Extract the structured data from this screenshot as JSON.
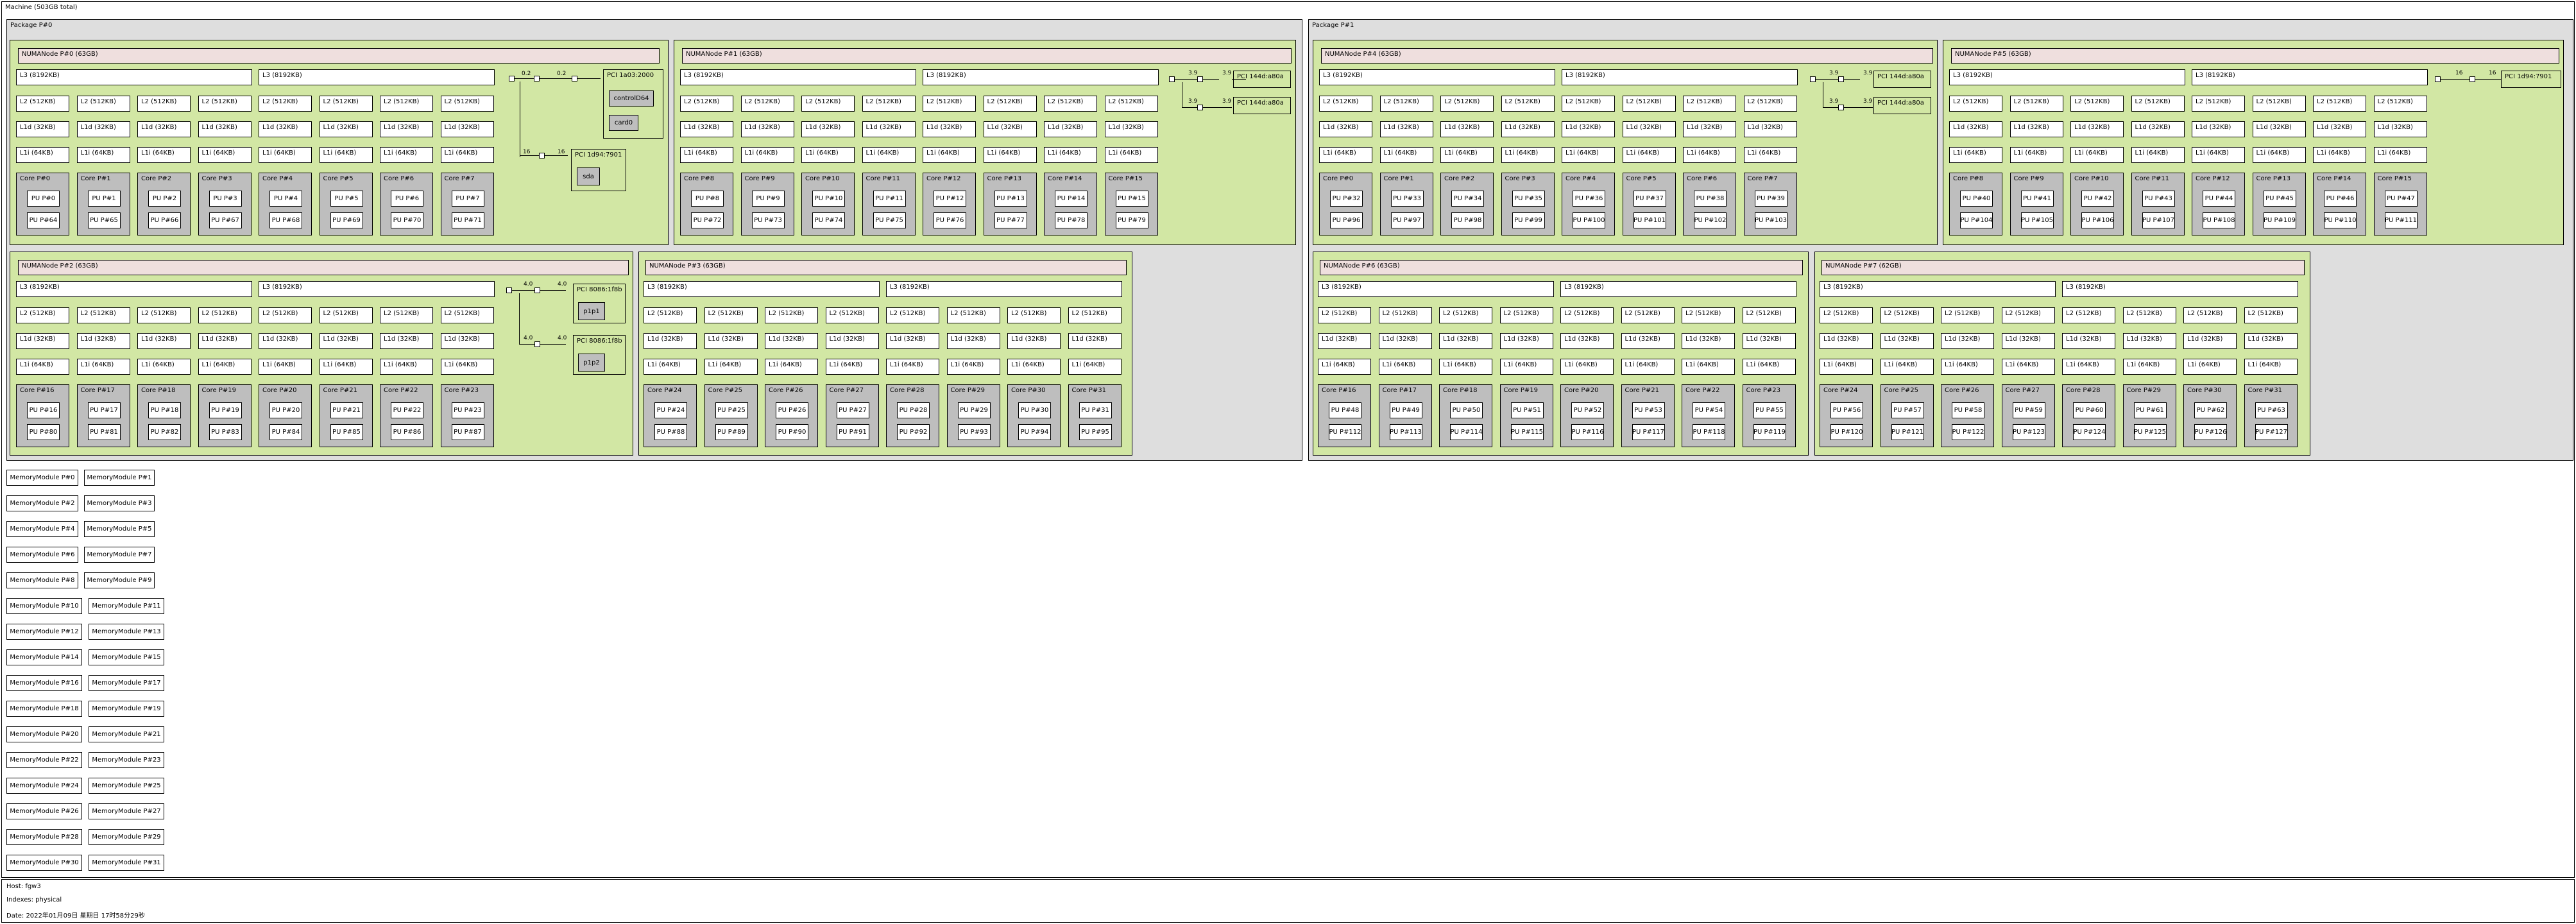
{
  "machine": {
    "label": "Machine (503GB total)"
  },
  "packages": [
    {
      "label": "Package P#0",
      "numanodes": [
        {
          "label": "NUMANode P#0 (63GB)",
          "l3": [
            "L3 (8192KB)",
            "L3 (8192KB)"
          ],
          "cores": [
            {
              "label": "Core P#0",
              "pus": [
                "PU P#0",
                "PU P#64"
              ]
            },
            {
              "label": "Core P#1",
              "pus": [
                "PU P#1",
                "PU P#65"
              ]
            },
            {
              "label": "Core P#2",
              "pus": [
                "PU P#2",
                "PU P#66"
              ]
            },
            {
              "label": "Core P#3",
              "pus": [
                "PU P#3",
                "PU P#67"
              ]
            },
            {
              "label": "Core P#4",
              "pus": [
                "PU P#4",
                "PU P#68"
              ]
            },
            {
              "label": "Core P#5",
              "pus": [
                "PU P#5",
                "PU P#69"
              ]
            },
            {
              "label": "Core P#6",
              "pus": [
                "PU P#6",
                "PU P#70"
              ]
            },
            {
              "label": "Core P#7",
              "pus": [
                "PU P#7",
                "PU P#71"
              ]
            }
          ]
        },
        {
          "label": "NUMANode P#1 (63GB)",
          "l3": [
            "L3 (8192KB)",
            "L3 (8192KB)"
          ],
          "cores": [
            {
              "label": "Core P#8",
              "pus": [
                "PU P#8",
                "PU P#72"
              ]
            },
            {
              "label": "Core P#9",
              "pus": [
                "PU P#9",
                "PU P#73"
              ]
            },
            {
              "label": "Core P#10",
              "pus": [
                "PU P#10",
                "PU P#74"
              ]
            },
            {
              "label": "Core P#11",
              "pus": [
                "PU P#11",
                "PU P#75"
              ]
            },
            {
              "label": "Core P#12",
              "pus": [
                "PU P#12",
                "PU P#76"
              ]
            },
            {
              "label": "Core P#13",
              "pus": [
                "PU P#13",
                "PU P#77"
              ]
            },
            {
              "label": "Core P#14",
              "pus": [
                "PU P#14",
                "PU P#78"
              ]
            },
            {
              "label": "Core P#15",
              "pus": [
                "PU P#15",
                "PU P#79"
              ]
            }
          ]
        },
        {
          "label": "NUMANode P#2 (63GB)",
          "l3": [
            "L3 (8192KB)",
            "L3 (8192KB)"
          ],
          "cores": [
            {
              "label": "Core P#16",
              "pus": [
                "PU P#16",
                "PU P#80"
              ]
            },
            {
              "label": "Core P#17",
              "pus": [
                "PU P#17",
                "PU P#81"
              ]
            },
            {
              "label": "Core P#18",
              "pus": [
                "PU P#18",
                "PU P#82"
              ]
            },
            {
              "label": "Core P#19",
              "pus": [
                "PU P#19",
                "PU P#83"
              ]
            },
            {
              "label": "Core P#20",
              "pus": [
                "PU P#20",
                "PU P#84"
              ]
            },
            {
              "label": "Core P#21",
              "pus": [
                "PU P#21",
                "PU P#85"
              ]
            },
            {
              "label": "Core P#22",
              "pus": [
                "PU P#22",
                "PU P#86"
              ]
            },
            {
              "label": "Core P#23",
              "pus": [
                "PU P#23",
                "PU P#87"
              ]
            }
          ]
        },
        {
          "label": "NUMANode P#3 (63GB)",
          "l3": [
            "L3 (8192KB)",
            "L3 (8192KB)"
          ],
          "cores": [
            {
              "label": "Core P#24",
              "pus": [
                "PU P#24",
                "PU P#88"
              ]
            },
            {
              "label": "Core P#25",
              "pus": [
                "PU P#25",
                "PU P#89"
              ]
            },
            {
              "label": "Core P#26",
              "pus": [
                "PU P#26",
                "PU P#90"
              ]
            },
            {
              "label": "Core P#27",
              "pus": [
                "PU P#27",
                "PU P#91"
              ]
            },
            {
              "label": "Core P#28",
              "pus": [
                "PU P#28",
                "PU P#92"
              ]
            },
            {
              "label": "Core P#29",
              "pus": [
                "PU P#29",
                "PU P#93"
              ]
            },
            {
              "label": "Core P#30",
              "pus": [
                "PU P#30",
                "PU P#94"
              ]
            },
            {
              "label": "Core P#31",
              "pus": [
                "PU P#31",
                "PU P#95"
              ]
            }
          ]
        }
      ]
    },
    {
      "label": "Package P#1",
      "numanodes": [
        {
          "label": "NUMANode P#4 (63GB)",
          "l3": [
            "L3 (8192KB)",
            "L3 (8192KB)"
          ],
          "cores": [
            {
              "label": "Core P#0",
              "pus": [
                "PU P#32",
                "PU P#96"
              ]
            },
            {
              "label": "Core P#1",
              "pus": [
                "PU P#33",
                "PU P#97"
              ]
            },
            {
              "label": "Core P#2",
              "pus": [
                "PU P#34",
                "PU P#98"
              ]
            },
            {
              "label": "Core P#3",
              "pus": [
                "PU P#35",
                "PU P#99"
              ]
            },
            {
              "label": "Core P#4",
              "pus": [
                "PU P#36",
                "PU P#100"
              ]
            },
            {
              "label": "Core P#5",
              "pus": [
                "PU P#37",
                "PU P#101"
              ]
            },
            {
              "label": "Core P#6",
              "pus": [
                "PU P#38",
                "PU P#102"
              ]
            },
            {
              "label": "Core P#7",
              "pus": [
                "PU P#39",
                "PU P#103"
              ]
            }
          ]
        },
        {
          "label": "NUMANode P#5 (63GB)",
          "l3": [
            "L3 (8192KB)",
            "L3 (8192KB)"
          ],
          "cores": [
            {
              "label": "Core P#8",
              "pus": [
                "PU P#40",
                "PU P#104"
              ]
            },
            {
              "label": "Core P#9",
              "pus": [
                "PU P#41",
                "PU P#105"
              ]
            },
            {
              "label": "Core P#10",
              "pus": [
                "PU P#42",
                "PU P#106"
              ]
            },
            {
              "label": "Core P#11",
              "pus": [
                "PU P#43",
                "PU P#107"
              ]
            },
            {
              "label": "Core P#12",
              "pus": [
                "PU P#44",
                "PU P#108"
              ]
            },
            {
              "label": "Core P#13",
              "pus": [
                "PU P#45",
                "PU P#109"
              ]
            },
            {
              "label": "Core P#14",
              "pus": [
                "PU P#46",
                "PU P#110"
              ]
            },
            {
              "label": "Core P#15",
              "pus": [
                "PU P#47",
                "PU P#111"
              ]
            }
          ]
        },
        {
          "label": "NUMANode P#6 (63GB)",
          "l3": [
            "L3 (8192KB)",
            "L3 (8192KB)"
          ],
          "cores": [
            {
              "label": "Core P#16",
              "pus": [
                "PU P#48",
                "PU P#112"
              ]
            },
            {
              "label": "Core P#17",
              "pus": [
                "PU P#49",
                "PU P#113"
              ]
            },
            {
              "label": "Core P#18",
              "pus": [
                "PU P#50",
                "PU P#114"
              ]
            },
            {
              "label": "Core P#19",
              "pus": [
                "PU P#51",
                "PU P#115"
              ]
            },
            {
              "label": "Core P#20",
              "pus": [
                "PU P#52",
                "PU P#116"
              ]
            },
            {
              "label": "Core P#21",
              "pus": [
                "PU P#53",
                "PU P#117"
              ]
            },
            {
              "label": "Core P#22",
              "pus": [
                "PU P#54",
                "PU P#118"
              ]
            },
            {
              "label": "Core P#23",
              "pus": [
                "PU P#55",
                "PU P#119"
              ]
            }
          ]
        },
        {
          "label": "NUMANode P#7 (62GB)",
          "l3": [
            "L3 (8192KB)",
            "L3 (8192KB)"
          ],
          "cores": [
            {
              "label": "Core P#24",
              "pus": [
                "PU P#56",
                "PU P#120"
              ]
            },
            {
              "label": "Core P#25",
              "pus": [
                "PU P#57",
                "PU P#121"
              ]
            },
            {
              "label": "Core P#26",
              "pus": [
                "PU P#58",
                "PU P#122"
              ]
            },
            {
              "label": "Core P#27",
              "pus": [
                "PU P#59",
                "PU P#123"
              ]
            },
            {
              "label": "Core P#28",
              "pus": [
                "PU P#60",
                "PU P#124"
              ]
            },
            {
              "label": "Core P#29",
              "pus": [
                "PU P#61",
                "PU P#125"
              ]
            },
            {
              "label": "Core P#30",
              "pus": [
                "PU P#62",
                "PU P#126"
              ]
            },
            {
              "label": "Core P#31",
              "pus": [
                "PU P#63",
                "PU P#127"
              ]
            }
          ]
        }
      ]
    }
  ],
  "caches": {
    "l2": "L2 (512KB)",
    "l1d": "L1d (32KB)",
    "l1i": "L1i (64KB)"
  },
  "pci": {
    "n0_0": {
      "label": "PCI 1a03:2000",
      "speed_a": "0.2",
      "speed_b": "0.2",
      "devices": [
        "controlD64",
        "card0"
      ]
    },
    "n0_1": {
      "label": "PCI 1d94:7901",
      "speed_a": "16",
      "speed_b": "16",
      "devices": [
        "sda"
      ]
    },
    "n1_0": {
      "label": "PCI 144d:a80a",
      "speed_a": "3.9",
      "speed_b": "3.9"
    },
    "n1_1": {
      "label": "PCI 144d:a80a",
      "speed_a": "3.9",
      "speed_b": "3.9"
    },
    "n2_0": {
      "label": "PCI 8086:1f8b",
      "speed_a": "4.0",
      "speed_b": "4.0",
      "devices": [
        "p1p1"
      ]
    },
    "n2_1": {
      "label": "PCI 8086:1f8b",
      "speed_a": "4.0",
      "speed_b": "4.0",
      "devices": [
        "p1p2"
      ]
    },
    "n4_0": {
      "label": "PCI 144d:a80a",
      "speed_a": "3.9",
      "speed_b": "3.9"
    },
    "n4_1": {
      "label": "PCI 144d:a80a",
      "speed_a": "3.9",
      "speed_b": "3.9"
    },
    "n5_0": {
      "label": "PCI 1d94:7901",
      "speed_a": "16",
      "speed_b": "16"
    }
  },
  "memory_modules": [
    "MemoryModule P#0",
    "MemoryModule P#1",
    "MemoryModule P#2",
    "MemoryModule P#3",
    "MemoryModule P#4",
    "MemoryModule P#5",
    "MemoryModule P#6",
    "MemoryModule P#7",
    "MemoryModule P#8",
    "MemoryModule P#9",
    "MemoryModule P#10",
    "MemoryModule P#11",
    "MemoryModule P#12",
    "MemoryModule P#13",
    "MemoryModule P#14",
    "MemoryModule P#15",
    "MemoryModule P#16",
    "MemoryModule P#17",
    "MemoryModule P#18",
    "MemoryModule P#19",
    "MemoryModule P#20",
    "MemoryModule P#21",
    "MemoryModule P#22",
    "MemoryModule P#23",
    "MemoryModule P#24",
    "MemoryModule P#25",
    "MemoryModule P#26",
    "MemoryModule P#27",
    "MemoryModule P#28",
    "MemoryModule P#29",
    "MemoryModule P#30",
    "MemoryModule P#31"
  ],
  "legend": {
    "host": "Host: fgw3",
    "indexes": "Indexes: physical",
    "date": "Date: 2022年01月09日 星期日 17时58分29秒"
  },
  "colors": {
    "machine": "#ffffff",
    "package": "#dedede",
    "numanode": "#d2e7a4",
    "memory_label": "#efdfde",
    "cache": "#ffffff",
    "core": "#bebebe",
    "pu": "#ffffff",
    "pcidev": "#d2e7a4",
    "osdev": "#bebebe"
  }
}
